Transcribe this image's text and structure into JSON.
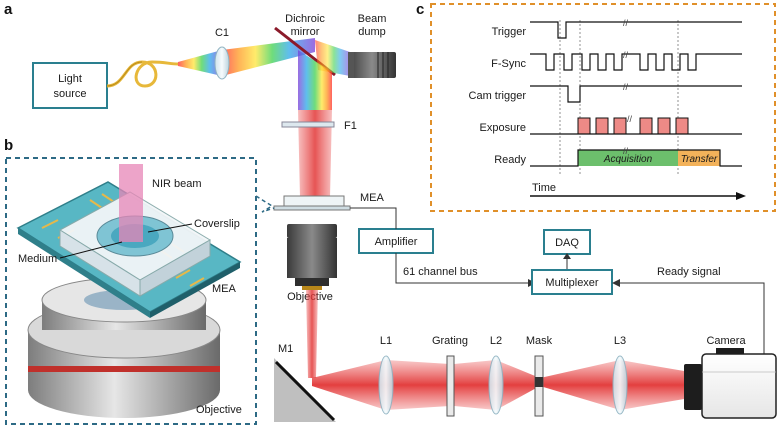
{
  "panels": {
    "a": "a",
    "b": "b",
    "c": "c"
  },
  "setup": {
    "light_source": [
      "Light",
      "source"
    ],
    "c1": "C1",
    "dichroic_mirror": [
      "Dichroic",
      "mirror"
    ],
    "beam_dump": [
      "Beam",
      "dump"
    ],
    "f1": "F1",
    "mea": "MEA",
    "objective": "Objective",
    "amplifier": "Amplifier",
    "channel_bus": "61 channel bus",
    "daq": "DAQ",
    "multiplexer": "Multiplexer",
    "ready_signal": "Ready signal",
    "m1": "M1",
    "l1": "L1",
    "grating": "Grating",
    "l2": "L2",
    "mask": "Mask",
    "l3": "L3",
    "camera": "Camera"
  },
  "inset": {
    "nir_beam": "NIR beam",
    "coverslip": "Coverslip",
    "medium": "Medium",
    "mea": "MEA",
    "objective": "Objective"
  },
  "timing": {
    "signals": [
      "Trigger",
      "F-Sync",
      "Cam trigger",
      "Exposure",
      "Ready"
    ],
    "acquisition": "Acquisition",
    "transfer": "Transfer",
    "time_axis": "Time"
  },
  "colors": {
    "box_border": "#2a7f8f",
    "inset_border": "#2d6a85",
    "timing_border": "#e0902a",
    "beam_red": "#e03a3a",
    "acquisition": "#6cbf6c",
    "transfer": "#f3b25a",
    "exposure": "#ee8a86"
  },
  "icons": [
    "light-source-box",
    "fiber-coil-icon",
    "lens-icon",
    "dichroic-mirror-icon",
    "beam-dump-icon",
    "filter-icon",
    "objective-icon",
    "mirror-icon",
    "grating-icon",
    "mask-icon",
    "camera-icon"
  ]
}
